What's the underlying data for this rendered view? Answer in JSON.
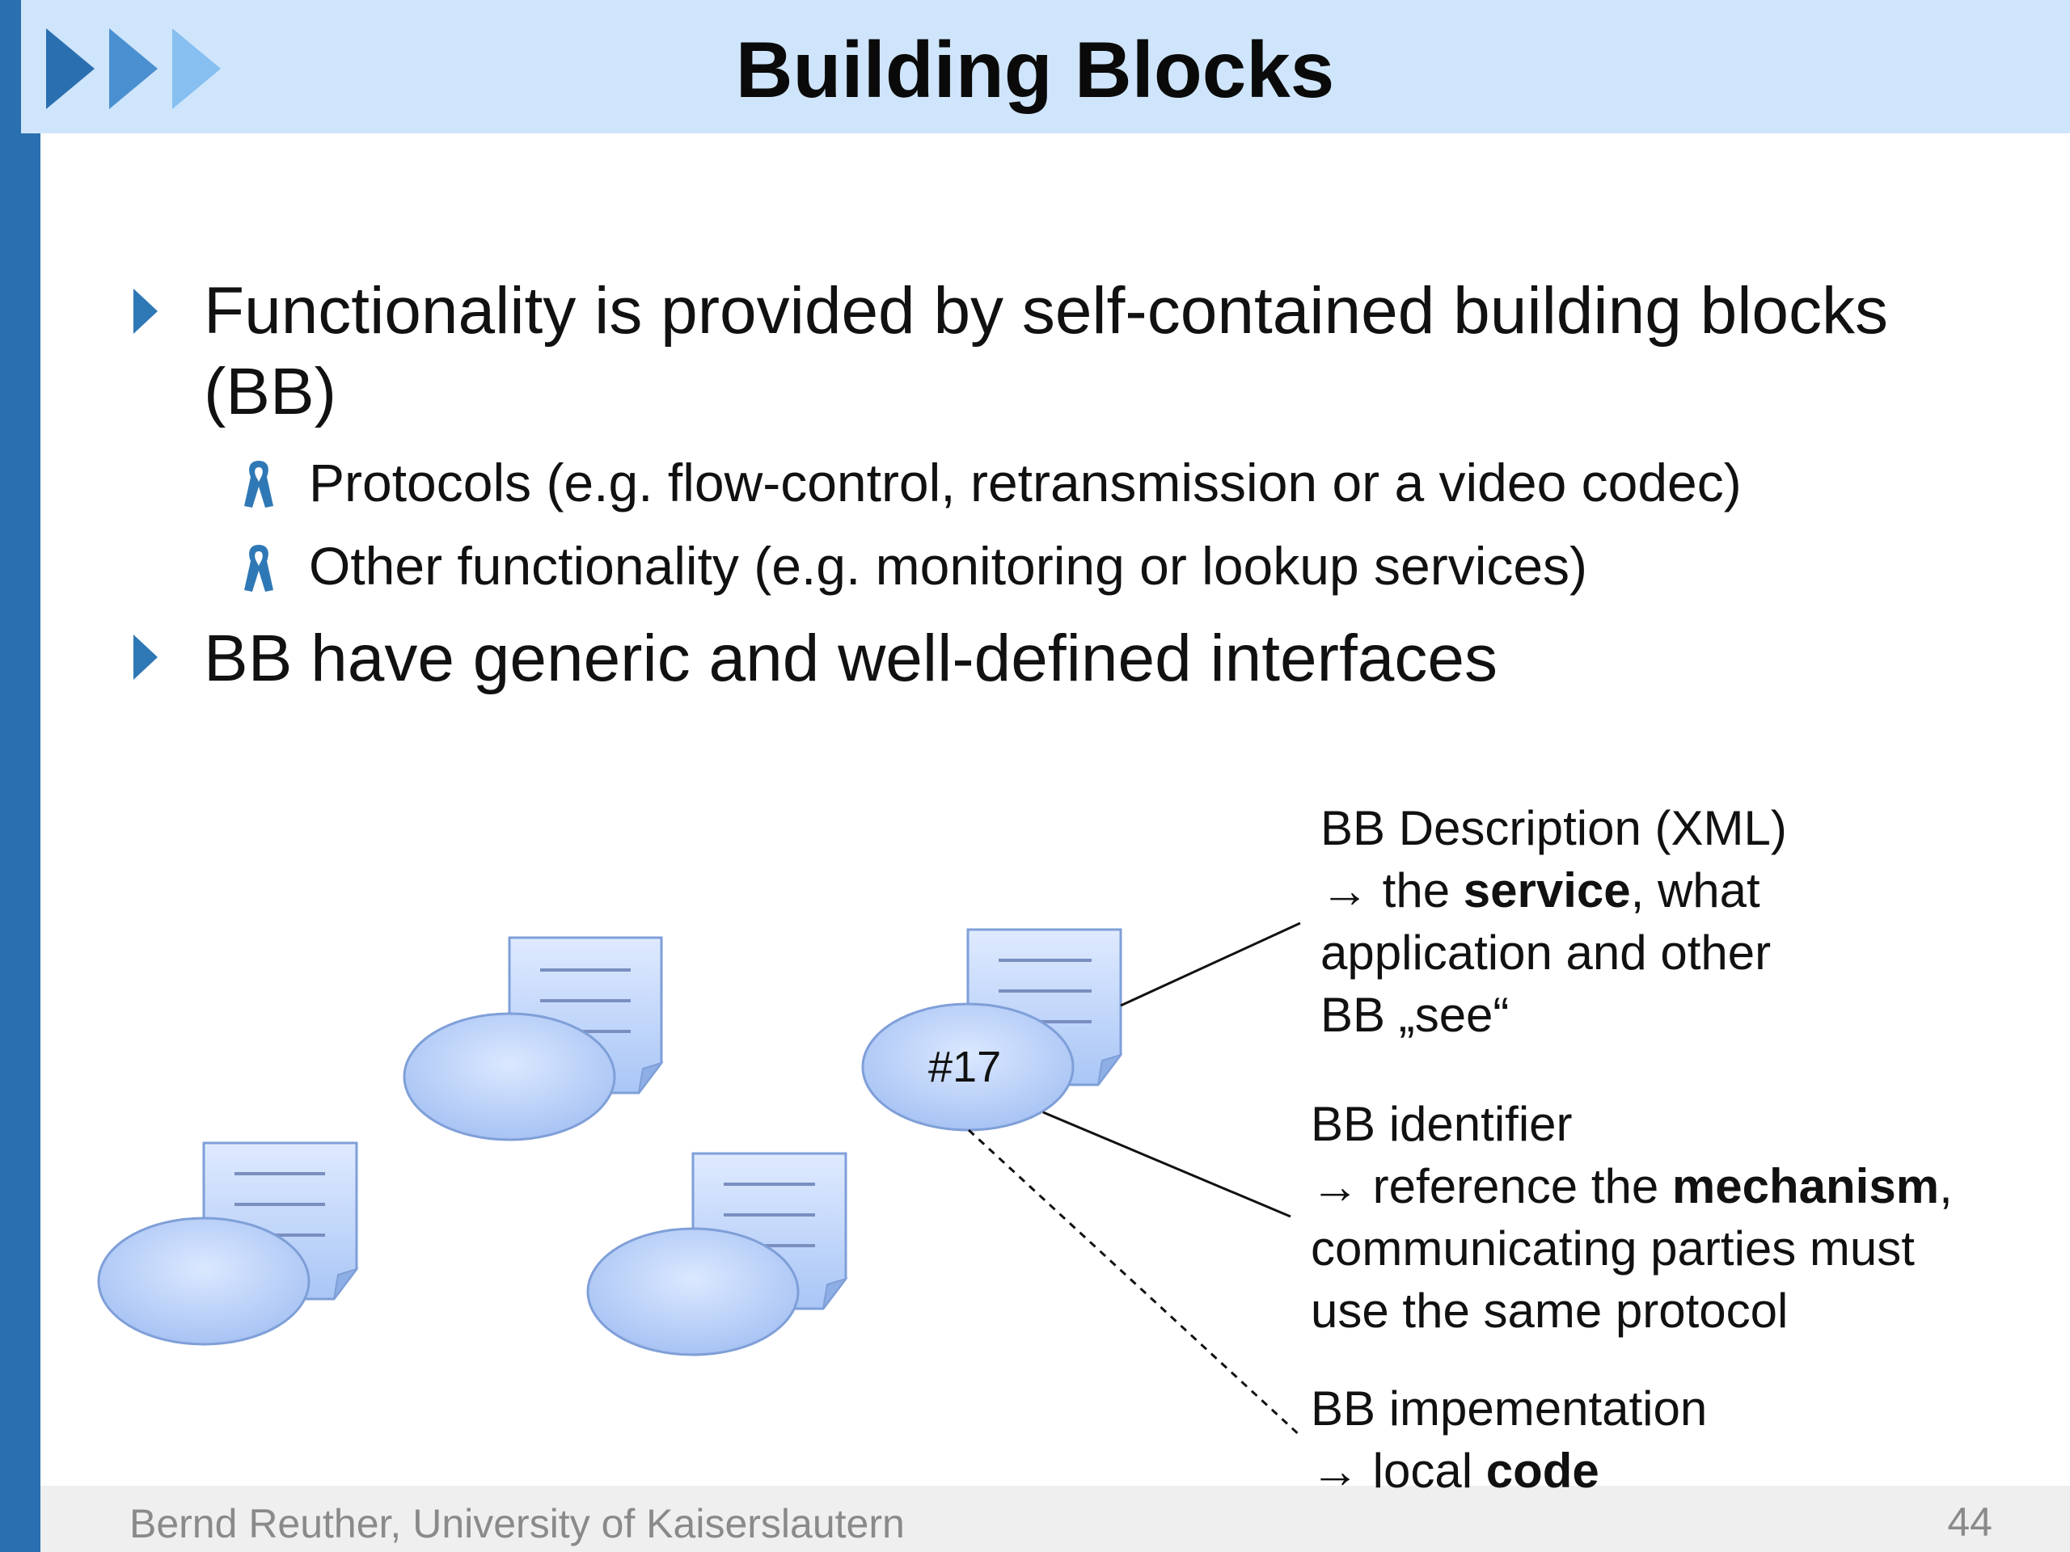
{
  "header": {
    "title": "Building Blocks"
  },
  "bullets": [
    {
      "lines": [
        "Functionality is provided by self-contained building blocks",
        "(BB)"
      ],
      "sub": [
        "Protocols (e.g. flow-control, retransmission or a video codec)",
        "Other functionality (e.g. monitoring or lookup services)"
      ]
    },
    {
      "lines": [
        "BB have generic and well-defined interfaces"
      ],
      "sub": []
    }
  ],
  "diagram": {
    "node_label": "#17",
    "description": {
      "line1": "BB Description (XML)",
      "line2_pre": "→ the ",
      "line2_bold": "service",
      "line2_post": ", what",
      "line3": "application and other",
      "line4": "BB „see“"
    },
    "identifier": {
      "line1": "BB identifier",
      "line2_pre": "→ reference the ",
      "line2_bold": "mechanism",
      "line2_post": ",",
      "line3": "communicating parties must",
      "line4": "use the same protocol"
    },
    "implementation": {
      "line1": "BB impementation",
      "line2_pre": "→ local ",
      "line2_bold": "code"
    }
  },
  "footer": {
    "author": "Bernd Reuther, University of Kaiserslautern",
    "page": "44"
  },
  "colors": {
    "header_bg": "#cfe5fb",
    "left_bar": "#2a6fb0",
    "accent": "#2f78b6"
  }
}
